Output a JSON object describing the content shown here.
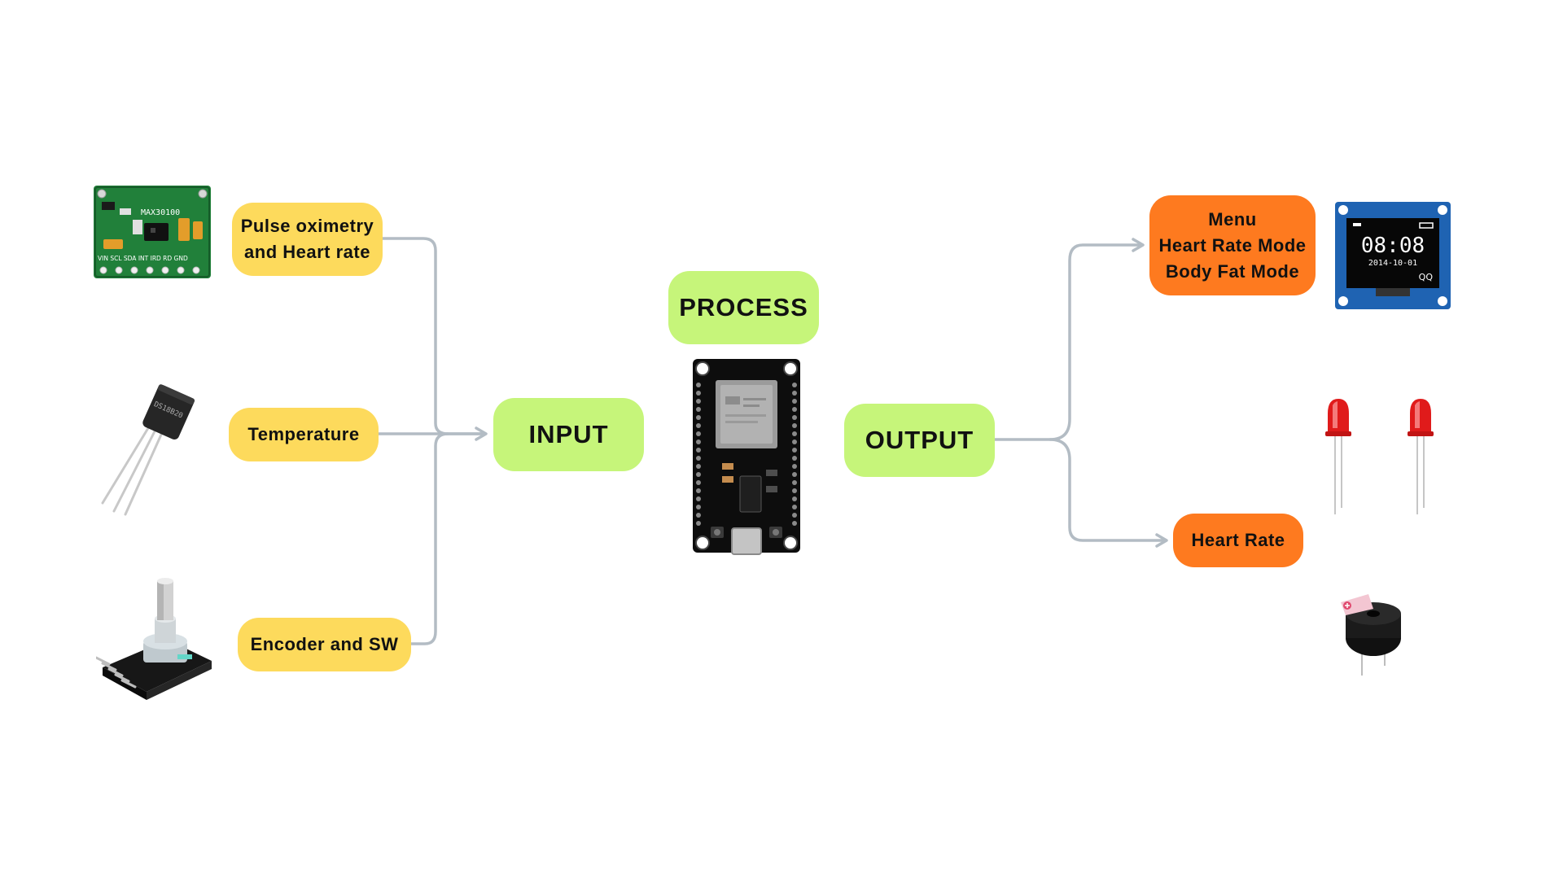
{
  "colors": {
    "input_box": "#fdda5c",
    "stage_box": "#c6f57a",
    "output_box": "#fe7a1f",
    "connector": "#b3bcc4"
  },
  "inputs": [
    {
      "lines": [
        "Pulse oximetry",
        "and Heart rate"
      ],
      "icon": "max30100-sensor-icon",
      "chip_label": "MAX30100",
      "pin_labels": "VIN SCL SDA INT IRD RD GND"
    },
    {
      "lines": [
        "Temperature"
      ],
      "icon": "ds18b20-sensor-icon",
      "chip_label": "DS18B20"
    },
    {
      "lines": [
        "Encoder and SW"
      ],
      "icon": "rotary-encoder-icon"
    }
  ],
  "stages": {
    "input": "INPUT",
    "process": "PROCESS",
    "output": "OUTPUT"
  },
  "processor_icon": "esp32-board-icon",
  "outputs": [
    {
      "lines": [
        "Menu",
        "Heart Rate Mode",
        "Body Fat Mode"
      ],
      "icon": "oled-display-icon",
      "screen_time": "08:08",
      "screen_date": "2014-10-01",
      "screen_tag": "QQ"
    },
    {
      "lines": [
        "Heart Rate"
      ],
      "icons": [
        "red-led-icon",
        "red-led-icon",
        "buzzer-icon"
      ]
    }
  ]
}
